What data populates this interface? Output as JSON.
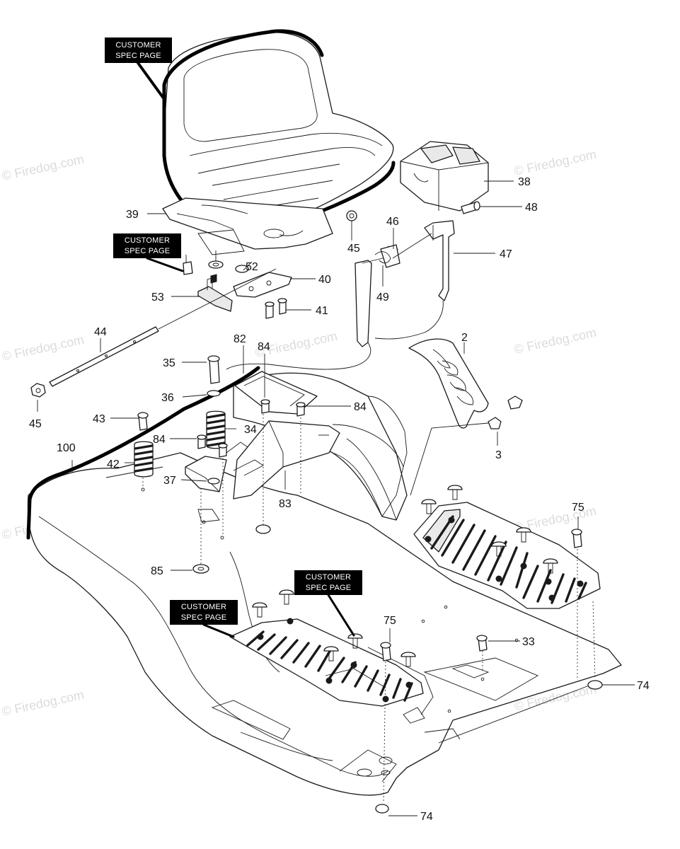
{
  "watermark": "© Firedog.com",
  "customer_spec_tag": {
    "line1": "CUSTOMER",
    "line2": "SPEC PAGE"
  },
  "callouts": {
    "c2": "2",
    "c3": "3",
    "c33": "33",
    "c34": "34",
    "c35": "35",
    "c36": "36",
    "c37": "37",
    "c38": "38",
    "c39": "39",
    "c40": "40",
    "c41": "41",
    "c42": "42",
    "c43": "43",
    "c44": "44",
    "c45a": "45",
    "c45b": "45",
    "c46": "46",
    "c47": "47",
    "c48": "48",
    "c49": "49",
    "c52": "52",
    "c53": "53",
    "c74a": "74",
    "c74b": "74",
    "c75a": "75",
    "c75b": "75",
    "c82": "82",
    "c83": "83",
    "c84a": "84",
    "c84b": "84",
    "c84c": "84",
    "c85": "85",
    "c100": "100"
  }
}
